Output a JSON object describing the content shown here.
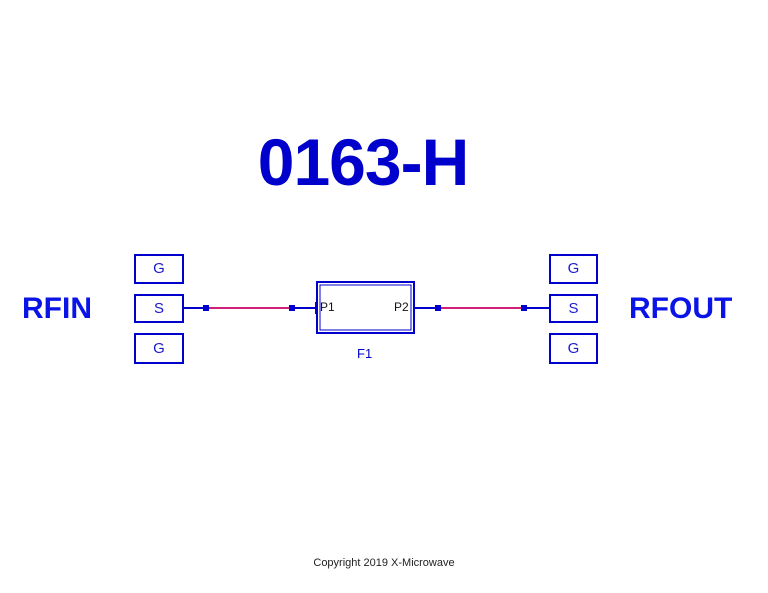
{
  "title": "0163-H",
  "copyright": "Copyright 2019 X-Microwave",
  "colors": {
    "primary_blue": "#0000cc",
    "label_blue": "#0a14e6",
    "wire_line": "#d0207a"
  },
  "left_port": {
    "label": "RFIN",
    "pads": [
      "G",
      "S",
      "G"
    ]
  },
  "right_port": {
    "label": "RFOUT",
    "pads": [
      "G",
      "S",
      "G"
    ]
  },
  "component": {
    "designator": "F1",
    "pin1": "P1",
    "pin2": "P2"
  }
}
